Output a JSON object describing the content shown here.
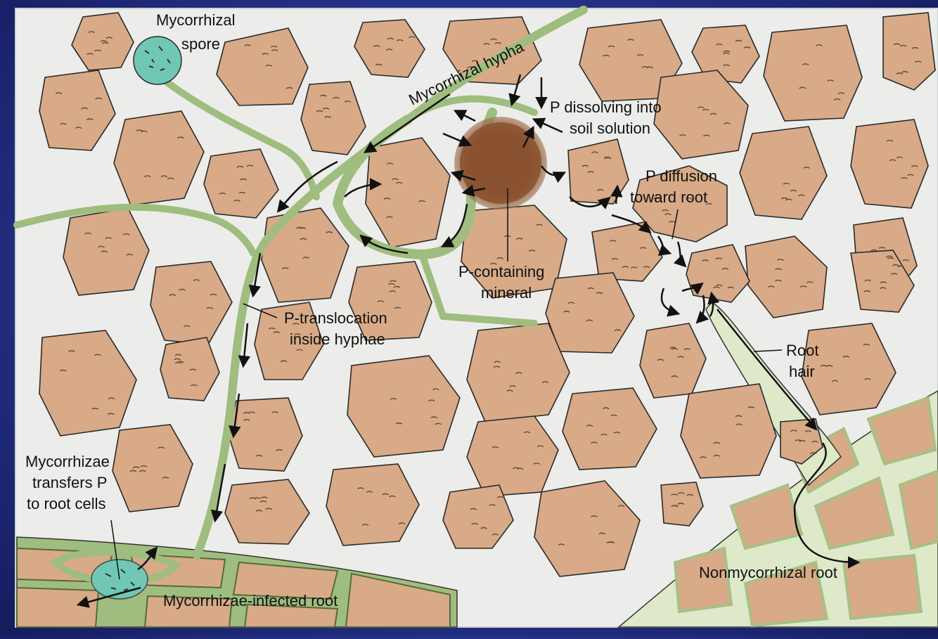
{
  "colors": {
    "background_frame": "#2a3896",
    "panel": "#ecedea",
    "soil_particle": "#d8aa88",
    "soil_outline": "#2a2a2a",
    "hypha": "#9fbd7e",
    "root_hair": "#dde9c8",
    "root_cell": "#d8aa88",
    "spore": "#6fc7b4",
    "mineral": "#8a5230",
    "arrow": "#111111"
  },
  "labels": {
    "mycorrhizal_spore_1": "Mycorrhizal",
    "mycorrhizal_spore_2": "spore",
    "mycorrhizal_hypha": "Mycorrhizal hypha",
    "p_dissolving_1": "P dissolving into",
    "p_dissolving_2": "soil solution",
    "p_diffusion_1": "P diffusion",
    "p_diffusion_2": "toward root",
    "p_containing_1": "P-containing",
    "p_containing_2": "mineral",
    "p_translocation_1": "P-translocation",
    "p_translocation_2": "inside hyphae",
    "root_hair_1": "Root",
    "root_hair_2": "hair",
    "mycorrhizae_transfers_1": "Mycorrhizae",
    "mycorrhizae_transfers_2": "transfers P",
    "mycorrhizae_transfers_3": "to root cells",
    "infected_root": "Mycorrhizae-infected root",
    "nonmycorrhizal_root": "Nonmycorrhizal root"
  }
}
